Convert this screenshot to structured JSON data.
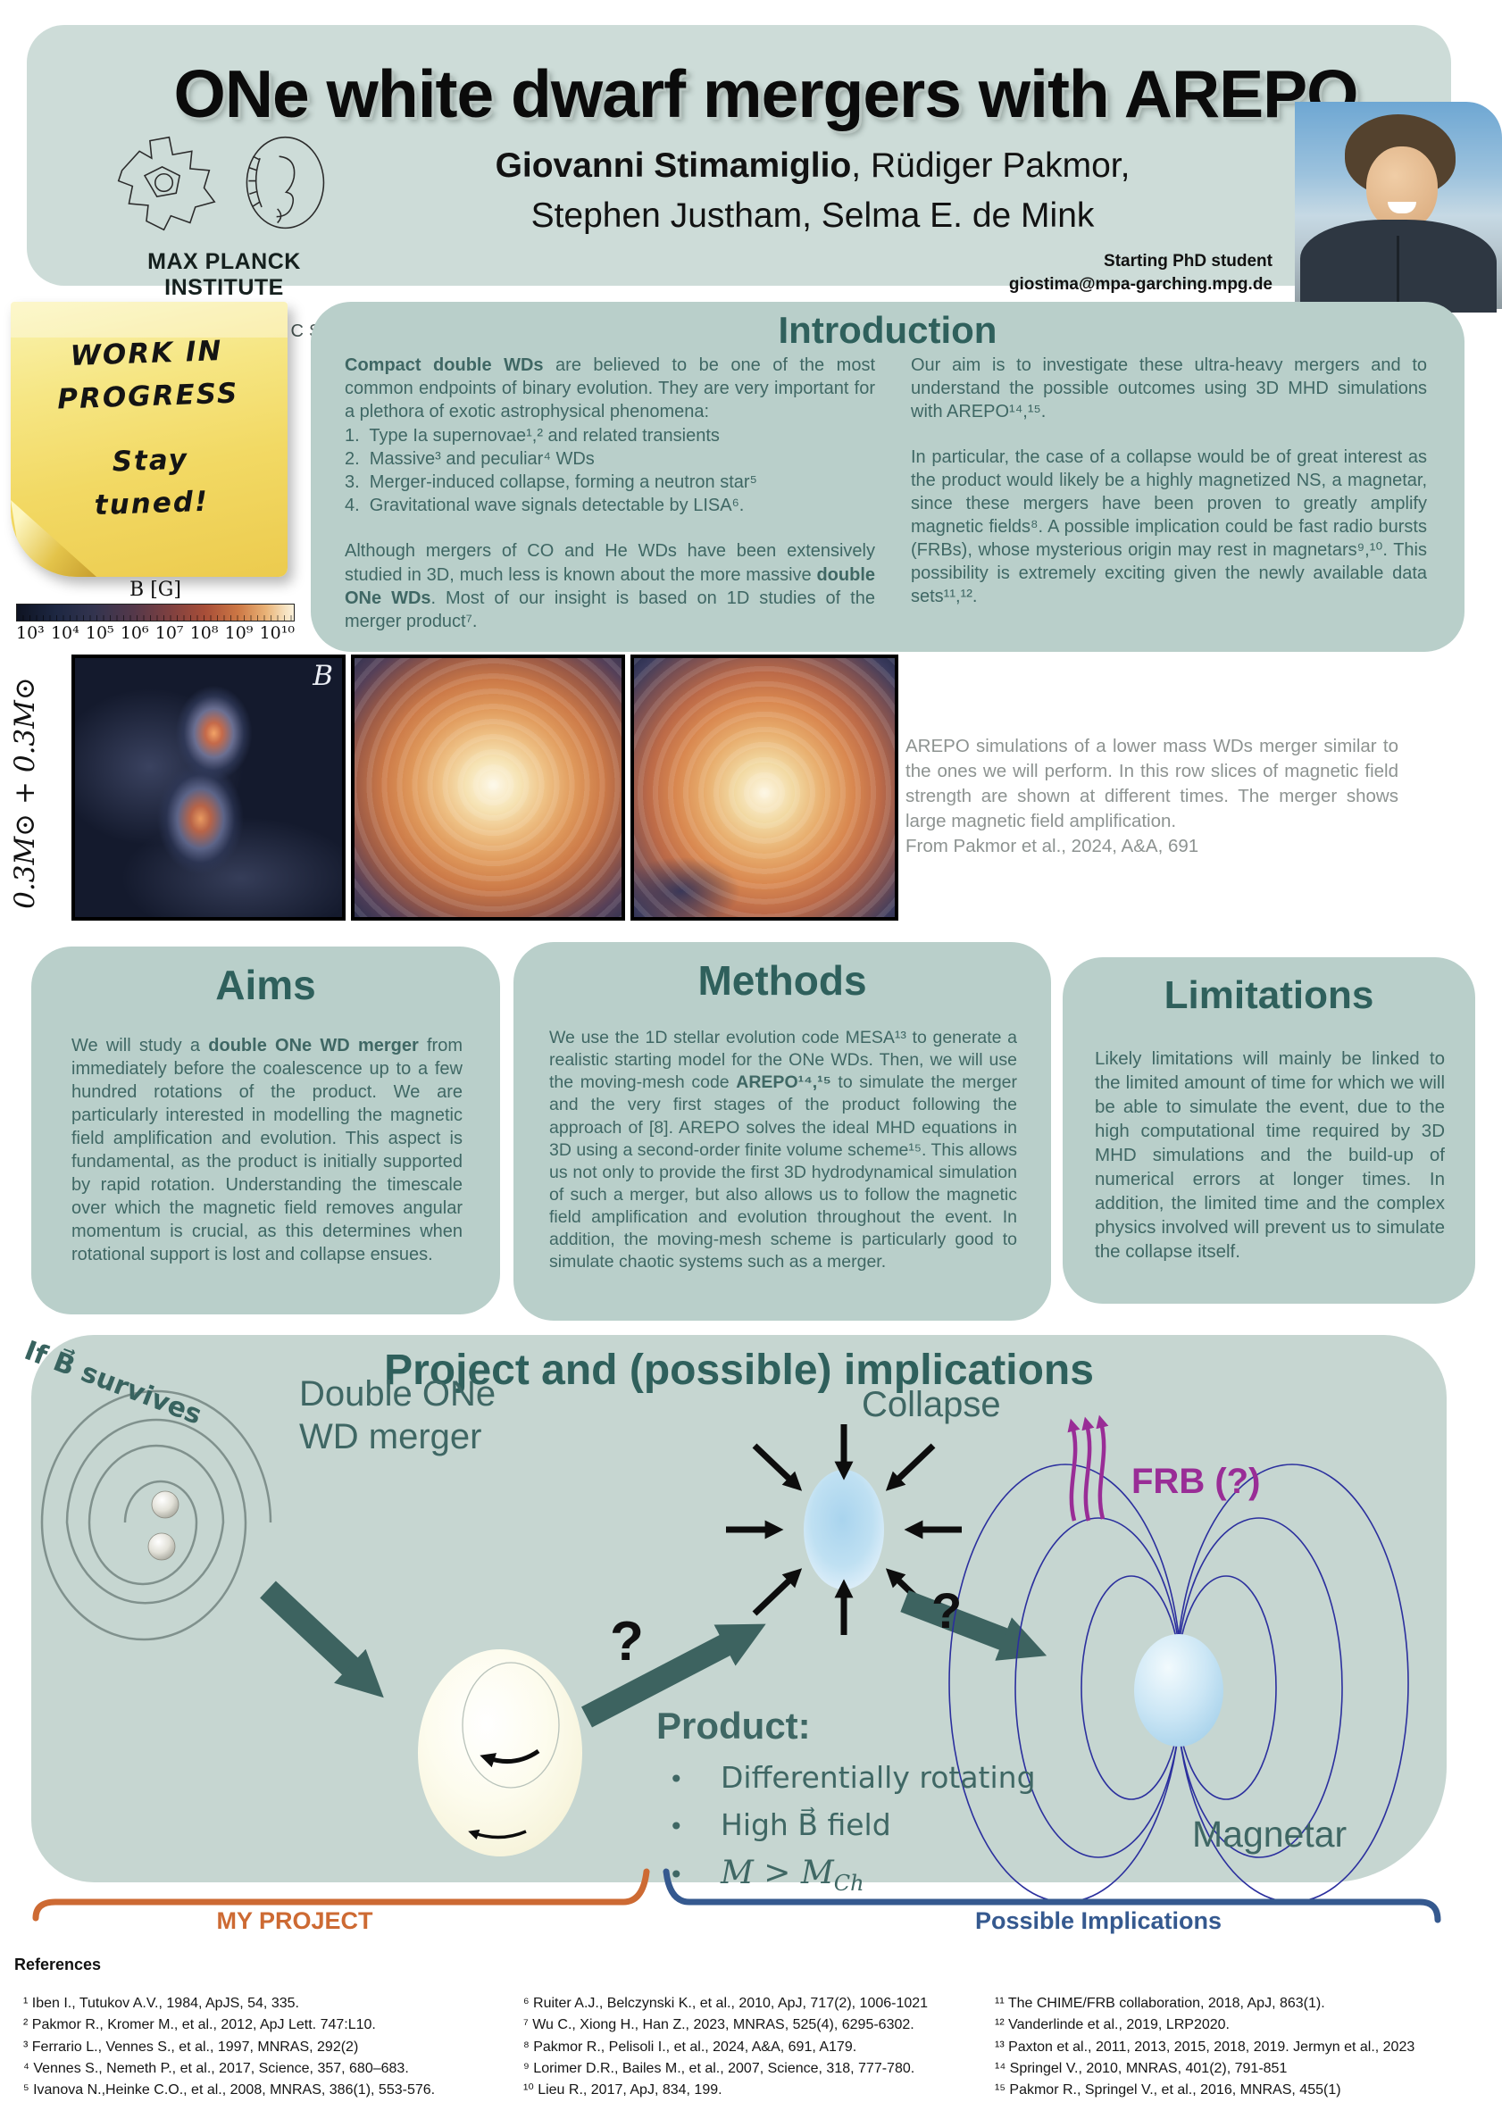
{
  "palette": {
    "header_bg": "#cddcd8",
    "panel_bg": "#b9cfca",
    "project_bg": "#c6d6d1",
    "heading_teal": "#2f605c",
    "body_teal": "#3f6764",
    "arrow_teal": "#3d6360",
    "accent_orange": "#cd6a33",
    "accent_blue": "#35598f",
    "frb_purple": "#992d96",
    "sticky_yellow": "#f2d964",
    "caption_gray": "#8d9391"
  },
  "header": {
    "title": "ONe white dwarf mergers with AREPO",
    "institute_line1": "MAX PLANCK INSTITUTE",
    "institute_line2": "FOR ASTROPHYSICS",
    "author_lead": "Giovanni Stimamiglio",
    "authors_rest_line1": ", Rüdiger Pakmor,",
    "authors_line2": "Stephen Justham, Selma E. de Mink",
    "role": "Starting PhD student",
    "email": "giostima@mpa-garching.mpg.de"
  },
  "sticky": {
    "l1": "WORK IN",
    "l2": "PROGRESS",
    "l3": "Stay",
    "l4": "tuned!"
  },
  "colorbar": {
    "title": "B [G]",
    "ticks": [
      "10³",
      "10⁴",
      "10⁵",
      "10⁶",
      "10⁷",
      "10⁸",
      "10⁹",
      "10¹⁰"
    ]
  },
  "intro": {
    "title": "Introduction",
    "left": {
      "p1_bold": "Compact double WDs",
      "p1_rest": " are believed to be one of the most common endpoints of binary evolution. They are very important for a plethora of exotic astrophysical phenomena:",
      "items": [
        "1.  Type Ia supernovae¹,² and related transients",
        "2.  Massive³ and peculiar⁴ WDs",
        "3.  Merger-induced collapse, forming a neutron star⁵",
        "4.  Gravitational wave signals detectable by LISA⁶."
      ],
      "p2_a": "Although mergers of CO and He WDs have been extensively studied in 3D, much less is known about the more massive ",
      "p2_bold": "double ONe WDs",
      "p2_b": ". Most of our insight is based on 1D studies of the merger product⁷."
    },
    "right": {
      "p1": "Our aim is to investigate these ultra-heavy mergers and to understand the possible outcomes using 3D MHD simulations with AREPO¹⁴,¹⁵.",
      "p2": "In particular, the case of a collapse would be of great interest as the product would likely be a highly magnetized NS, a magnetar, since these mergers have been proven to greatly amplify magnetic fields⁸. A possible implication could be fast radio bursts (FRBs), whose mysterious origin may rest in magnetars⁹,¹⁰. This possibility is extremely exciting given the newly available data sets¹¹,¹²."
    }
  },
  "figures": {
    "side_label": "0.3M⊙ + 0.3M⊙",
    "frame_label": "B",
    "caption": "AREPO simulations of a lower mass WDs merger similar to the ones we will perform. In this row slices of magnetic field strength are shown at different times. The merger shows large magnetic field amplification.",
    "credit": "From Pakmor et al., 2024, A&A, 691"
  },
  "aims": {
    "title": "Aims",
    "p_a": "We will study a ",
    "p_bold": "double ONe WD merger",
    "p_b": " from immediately before the coalescence up to a few hundred rotations of the product. We are particularly interested in modelling the magnetic field amplification and evolution. This aspect is fundamental, as the product is initially supported by rapid rotation. Understanding the timescale over which the magnetic field removes angular momentum is crucial, as this determines when rotational support is lost and collapse ensues."
  },
  "methods": {
    "title": "Methods",
    "p_a": "We use the 1D stellar evolution code MESA¹³ to generate a realistic starting model for the ONe WDs. Then, we will use the moving-mesh code ",
    "p_bold": "AREPO¹⁴,¹⁵",
    "p_b": " to simulate the merger and the very first stages of the product following the approach of [8]. AREPO solves the ideal MHD equations in 3D using a second-order finite volume scheme¹⁵. This allows us not only to provide the first 3D hydrodynamical simulation of such a merger, but also allows us to follow the magnetic field amplification and evolution throughout the event. In addition, the moving-mesh scheme is particularly good to simulate chaotic systems such as a merger."
  },
  "limitations": {
    "title": "Limitations",
    "p": "Likely limitations will mainly be linked to the limited amount of time for which we will be able to simulate the event, due to the high computational time required by 3D MHD simulations and the build-up of numerical errors at longer times. In addition, the limited time and the complex physics involved will prevent us to simulate the collapse itself."
  },
  "project": {
    "title": "Project and (possible) implications",
    "merger_label_1": "Double ONe",
    "merger_label_2": "WD merger",
    "collapse_label": "Collapse",
    "frb_label": "FRB (?)",
    "survives_label": "If B⃗ survives",
    "q1": "?",
    "q2": "?",
    "product_title": "Product:",
    "bullet_marker": "•",
    "bullet1": "Differentially rotating",
    "bullet2": "High B⃗ field",
    "bullet3_main": "M > M",
    "bullet3_sub": "Ch",
    "magnetar_label": "Magnetar",
    "my_project": "MY PROJECT",
    "possible_implications": "Possible Implications"
  },
  "references": {
    "heading": "References",
    "col1": [
      "¹ Iben I., Tutukov A.V., 1984, ApJS, 54, 335.",
      "² Pakmor R., Kromer M., et al., 2012, ApJ Lett. 747:L10.",
      "³ Ferrario L., Vennes S., et al., 1997, MNRAS, 292(2)",
      "⁴ Vennes S., Nemeth P., et al., 2017, Science, 357, 680–683.",
      "⁵ Ivanova N.,Heinke C.O., et al., 2008, MNRAS, 386(1), 553-576."
    ],
    "col2": [
      "⁶ Ruiter A.J., Belczynski K., et al., 2010, ApJ, 717(2), 1006-1021",
      "⁷ Wu C., Xiong H., Han Z., 2023, MNRAS, 525(4), 6295-6302.",
      "⁸ Pakmor R., Pelisoli I., et al., 2024, A&A, 691, A179.",
      "⁹ Lorimer D.R., Bailes M., et al., 2007, Science, 318, 777-780.",
      "¹⁰ Lieu R., 2017, ApJ, 834, 199."
    ],
    "col3": [
      "¹¹ The CHIME/FRB collaboration, 2018, ApJ, 863(1).",
      "¹² Vanderlinde et al., 2019, LRP2020.",
      "¹³ Paxton et al., 2011, 2013, 2015, 2018, 2019. Jermyn et al., 2023",
      "¹⁴ Springel V., 2010, MNRAS, 401(2), 791-851",
      "¹⁵ Pakmor R., Springel V., et al., 2016, MNRAS, 455(1)"
    ]
  }
}
